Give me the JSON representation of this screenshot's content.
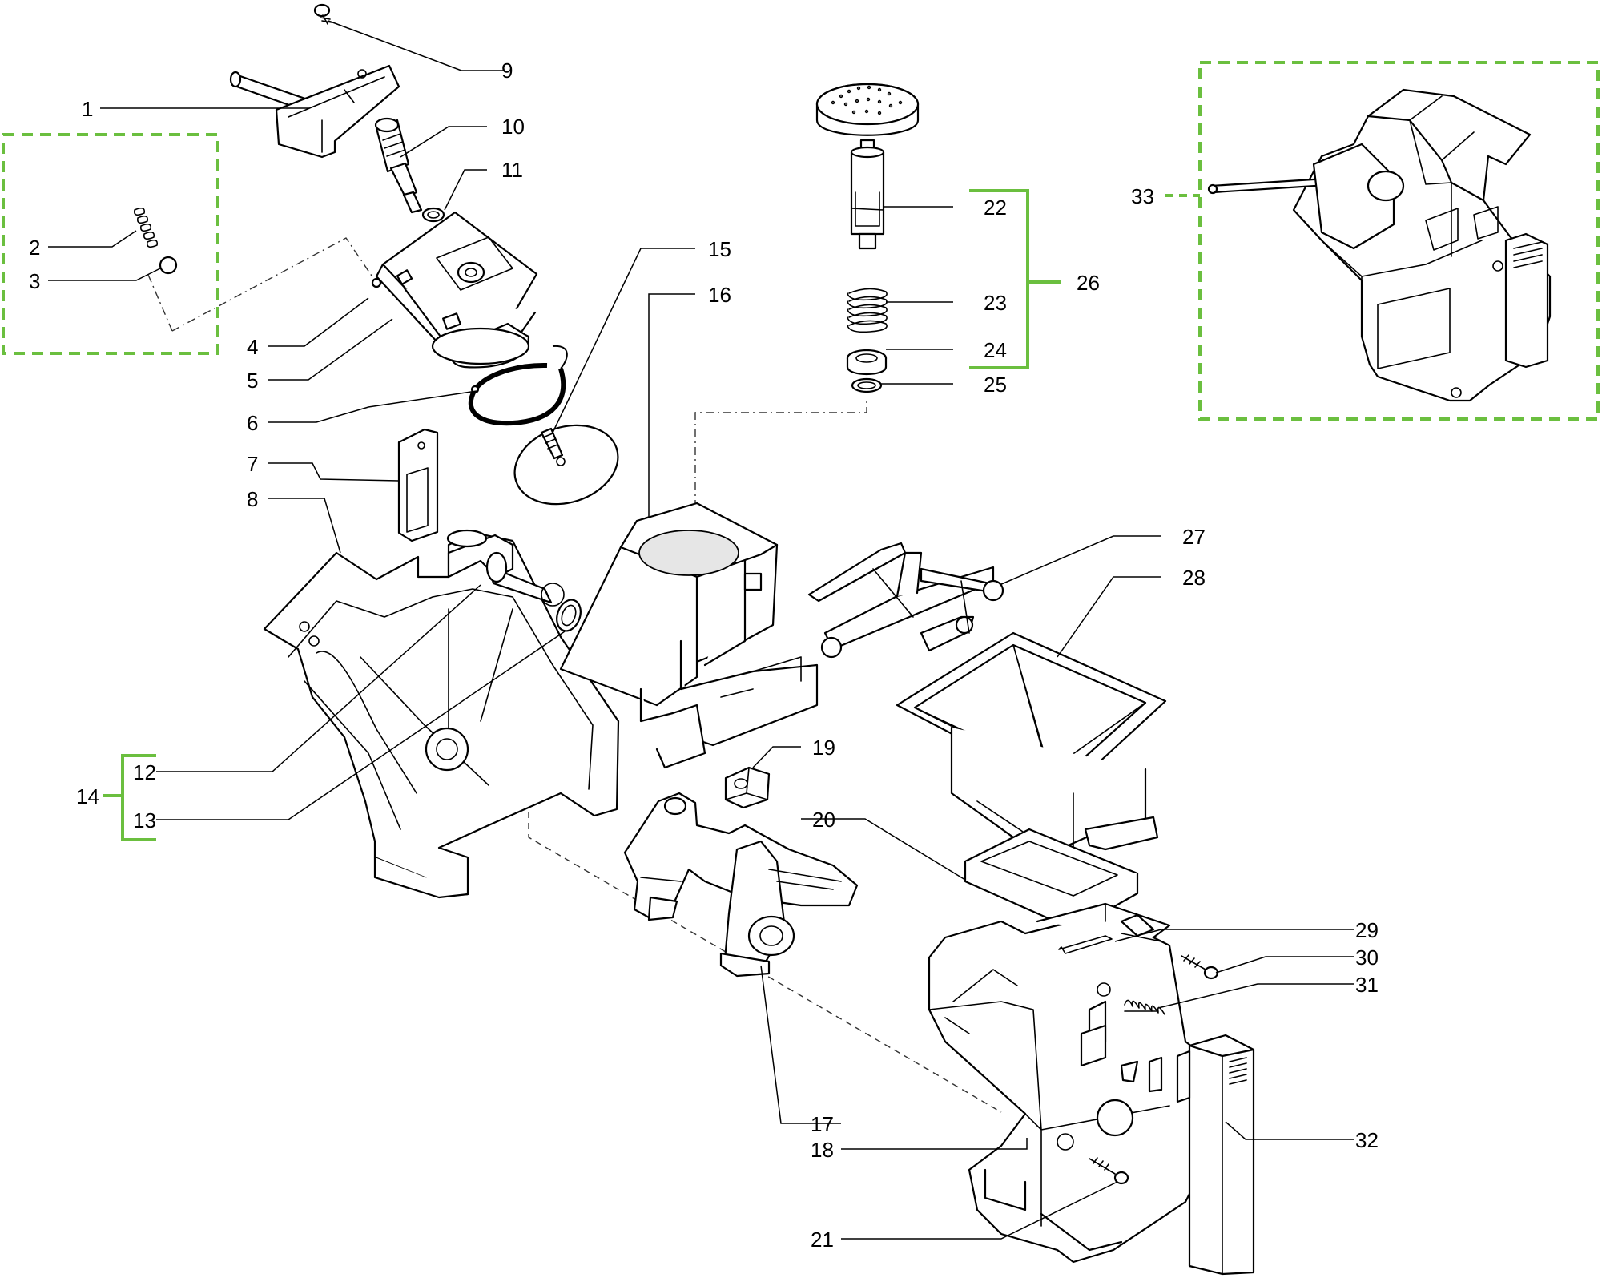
{
  "accent_color": "#6bbf3f",
  "callouts": {
    "c1": "1",
    "c2": "2",
    "c3": "3",
    "c4": "4",
    "c5": "5",
    "c6": "6",
    "c7": "7",
    "c8": "8",
    "c9": "9",
    "c10": "10",
    "c11": "11",
    "c12": "12",
    "c13": "13",
    "c14": "14",
    "c15": "15",
    "c16": "16",
    "c17": "17",
    "c18": "18",
    "c19": "19",
    "c20": "20",
    "c21": "21",
    "c22": "22",
    "c23": "23",
    "c24": "24",
    "c25": "25",
    "c26": "26",
    "c27": "27",
    "c28": "28",
    "c29": "29",
    "c30": "30",
    "c31": "31",
    "c32": "32",
    "c33": "33"
  }
}
